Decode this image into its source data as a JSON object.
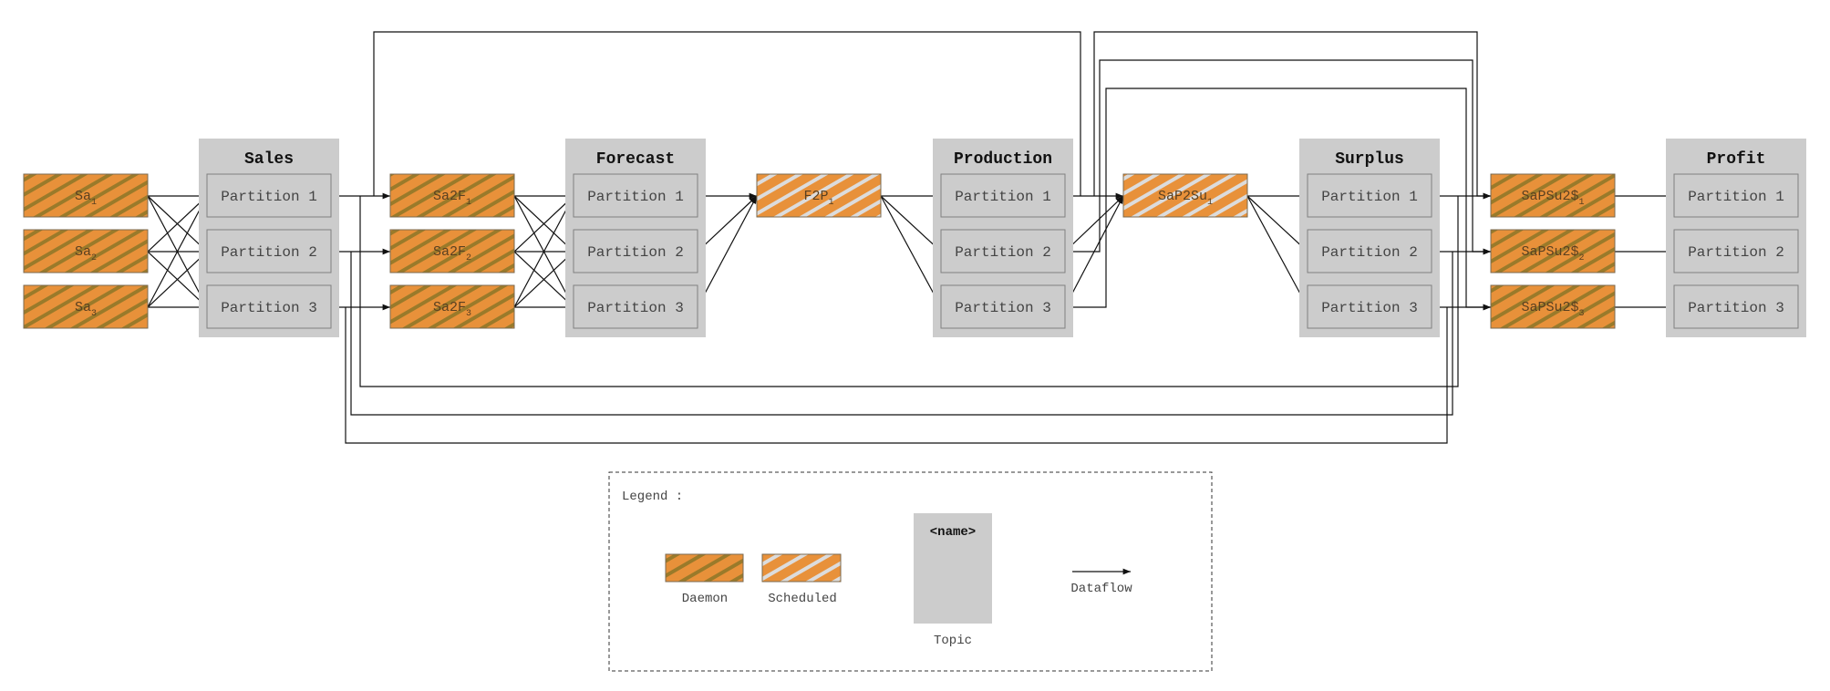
{
  "colors": {
    "process_fill": "#e8913a",
    "daemon_stripe": "#9a7a2a",
    "scheduled_stripe": "#dcdcdc",
    "topic_bg": "#cccccc",
    "partition_fill": "#cccccc",
    "line": "#111111"
  },
  "topics": [
    {
      "id": "sales",
      "title": "Sales",
      "partitions": [
        "Partition 1",
        "Partition 2",
        "Partition 3"
      ]
    },
    {
      "id": "forecast",
      "title": "Forecast",
      "partitions": [
        "Partition 1",
        "Partition 2",
        "Partition 3"
      ]
    },
    {
      "id": "production",
      "title": "Production",
      "partitions": [
        "Partition 1",
        "Partition 2",
        "Partition 3"
      ]
    },
    {
      "id": "surplus",
      "title": "Surplus",
      "partitions": [
        "Partition 1",
        "Partition 2",
        "Partition 3"
      ]
    },
    {
      "id": "profit",
      "title": "Profit",
      "partitions": [
        "Partition 1",
        "Partition 2",
        "Partition 3"
      ]
    }
  ],
  "processes": [
    {
      "id": "sa1",
      "name": "Sa",
      "sub": "1",
      "kind": "daemon"
    },
    {
      "id": "sa2",
      "name": "Sa",
      "sub": "2",
      "kind": "daemon"
    },
    {
      "id": "sa3",
      "name": "Sa",
      "sub": "3",
      "kind": "daemon"
    },
    {
      "id": "sa2f1",
      "name": "Sa2F",
      "sub": "1",
      "kind": "daemon"
    },
    {
      "id": "sa2f2",
      "name": "Sa2F",
      "sub": "2",
      "kind": "daemon"
    },
    {
      "id": "sa2f3",
      "name": "Sa2F",
      "sub": "3",
      "kind": "daemon"
    },
    {
      "id": "f2p1",
      "name": "F2P",
      "sub": "1",
      "kind": "scheduled"
    },
    {
      "id": "sap2su1",
      "name": "SaP2Su",
      "sub": "1",
      "kind": "scheduled"
    },
    {
      "id": "sapsu2d1",
      "name": "SaPSu2$",
      "sub": "1",
      "kind": "daemon"
    },
    {
      "id": "sapsu2d2",
      "name": "SaPSu2$",
      "sub": "2",
      "kind": "daemon"
    },
    {
      "id": "sapsu2d3",
      "name": "SaPSu2$",
      "sub": "3",
      "kind": "daemon"
    }
  ],
  "legend": {
    "title": "Legend :",
    "daemon_label": "Daemon",
    "scheduled_label": "Scheduled",
    "topic_name": "<name>",
    "topic_label": "Topic",
    "dataflow_label": "Dataflow"
  }
}
